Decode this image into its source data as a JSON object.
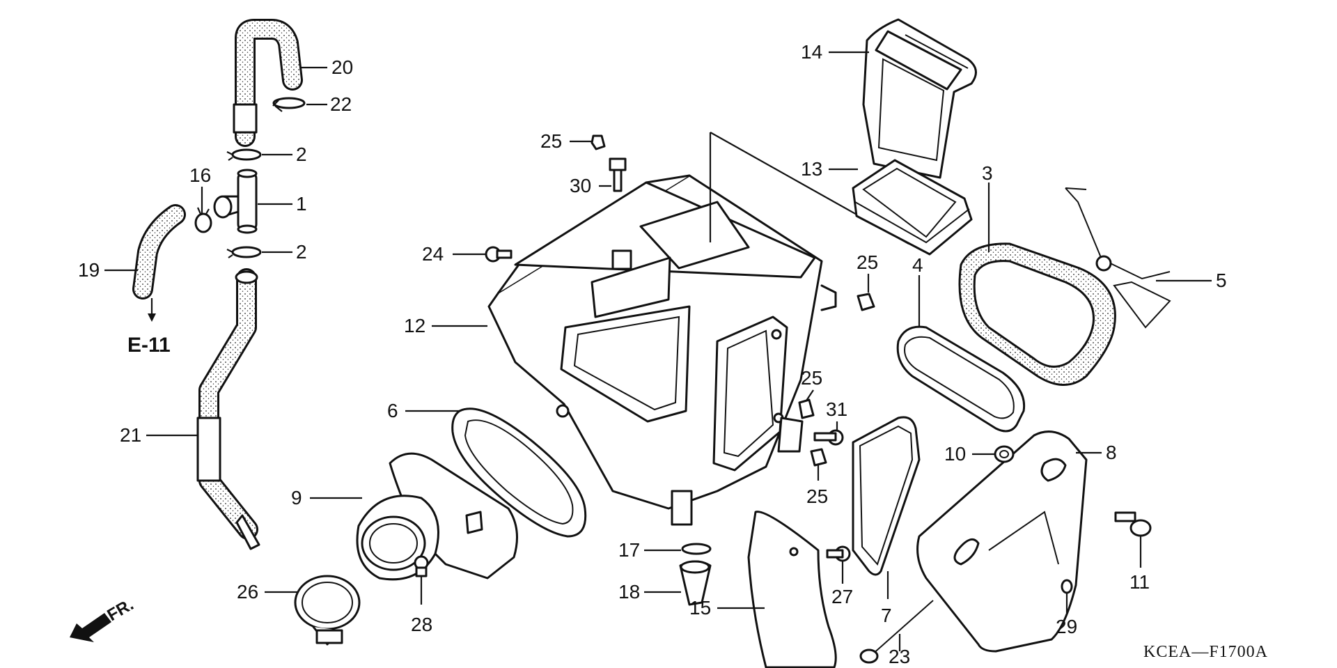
{
  "callouts": [
    {
      "id": "20",
      "label": "20"
    },
    {
      "id": "22",
      "label": "22"
    },
    {
      "id": "2a",
      "label": "2"
    },
    {
      "id": "16",
      "label": "16"
    },
    {
      "id": "1",
      "label": "1"
    },
    {
      "id": "2b",
      "label": "2"
    },
    {
      "id": "19",
      "label": "19"
    },
    {
      "id": "21",
      "label": "21"
    },
    {
      "id": "25a",
      "label": "25"
    },
    {
      "id": "30",
      "label": "30"
    },
    {
      "id": "24",
      "label": "24"
    },
    {
      "id": "12",
      "label": "12"
    },
    {
      "id": "6",
      "label": "6"
    },
    {
      "id": "9",
      "label": "9"
    },
    {
      "id": "26",
      "label": "26"
    },
    {
      "id": "28",
      "label": "28"
    },
    {
      "id": "17",
      "label": "17"
    },
    {
      "id": "18",
      "label": "18"
    },
    {
      "id": "15",
      "label": "15"
    },
    {
      "id": "14",
      "label": "14"
    },
    {
      "id": "13",
      "label": "13"
    },
    {
      "id": "3",
      "label": "3"
    },
    {
      "id": "25b",
      "label": "25"
    },
    {
      "id": "4",
      "label": "4"
    },
    {
      "id": "5",
      "label": "5"
    },
    {
      "id": "25c",
      "label": "25"
    },
    {
      "id": "31",
      "label": "31"
    },
    {
      "id": "25d",
      "label": "25"
    },
    {
      "id": "27",
      "label": "27"
    },
    {
      "id": "7",
      "label": "7"
    },
    {
      "id": "10",
      "label": "10"
    },
    {
      "id": "8",
      "label": "8"
    },
    {
      "id": "11",
      "label": "11"
    },
    {
      "id": "23",
      "label": "23"
    },
    {
      "id": "29",
      "label": "29"
    }
  ],
  "reference_label": "E-11",
  "direction_label": "FR.",
  "diagram_code": "KCEA—F1700A"
}
